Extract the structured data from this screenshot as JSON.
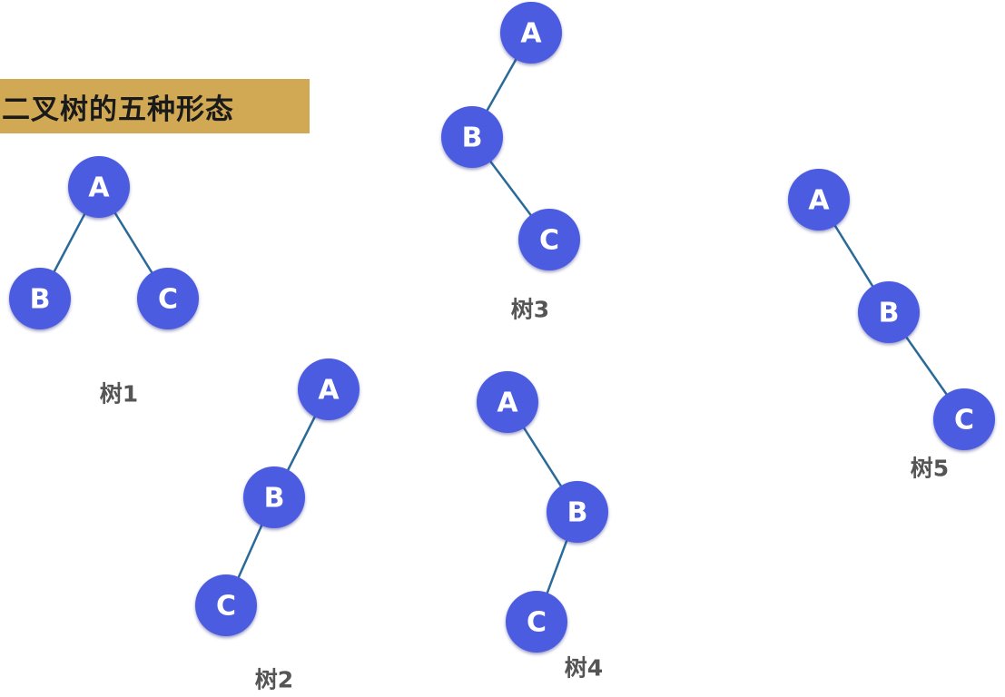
{
  "title": "二叉树的五种形态",
  "colors": {
    "banner": "#d1a955",
    "node_fill": "#4b5be0",
    "node_shadow": "#3a45b5",
    "edge": "#2a6a99",
    "label": "#ffffff",
    "caption": "#555555"
  },
  "trees": [
    {
      "caption": "树1",
      "nodes": [
        "A",
        "B",
        "C"
      ],
      "edges": [
        [
          "A",
          "B"
        ],
        [
          "A",
          "C"
        ]
      ]
    },
    {
      "caption": "树2",
      "nodes": [
        "A",
        "B",
        "C"
      ],
      "edges": [
        [
          "A",
          "B"
        ],
        [
          "B",
          "C"
        ]
      ]
    },
    {
      "caption": "树3",
      "nodes": [
        "A",
        "B",
        "C"
      ],
      "edges": [
        [
          "A",
          "B"
        ],
        [
          "B",
          "C"
        ]
      ]
    },
    {
      "caption": "树4",
      "nodes": [
        "A",
        "B",
        "C"
      ],
      "edges": [
        [
          "A",
          "B"
        ],
        [
          "B",
          "C"
        ]
      ]
    },
    {
      "caption": "树5",
      "nodes": [
        "A",
        "B",
        "C"
      ],
      "edges": [
        [
          "A",
          "B"
        ],
        [
          "B",
          "C"
        ]
      ]
    }
  ]
}
